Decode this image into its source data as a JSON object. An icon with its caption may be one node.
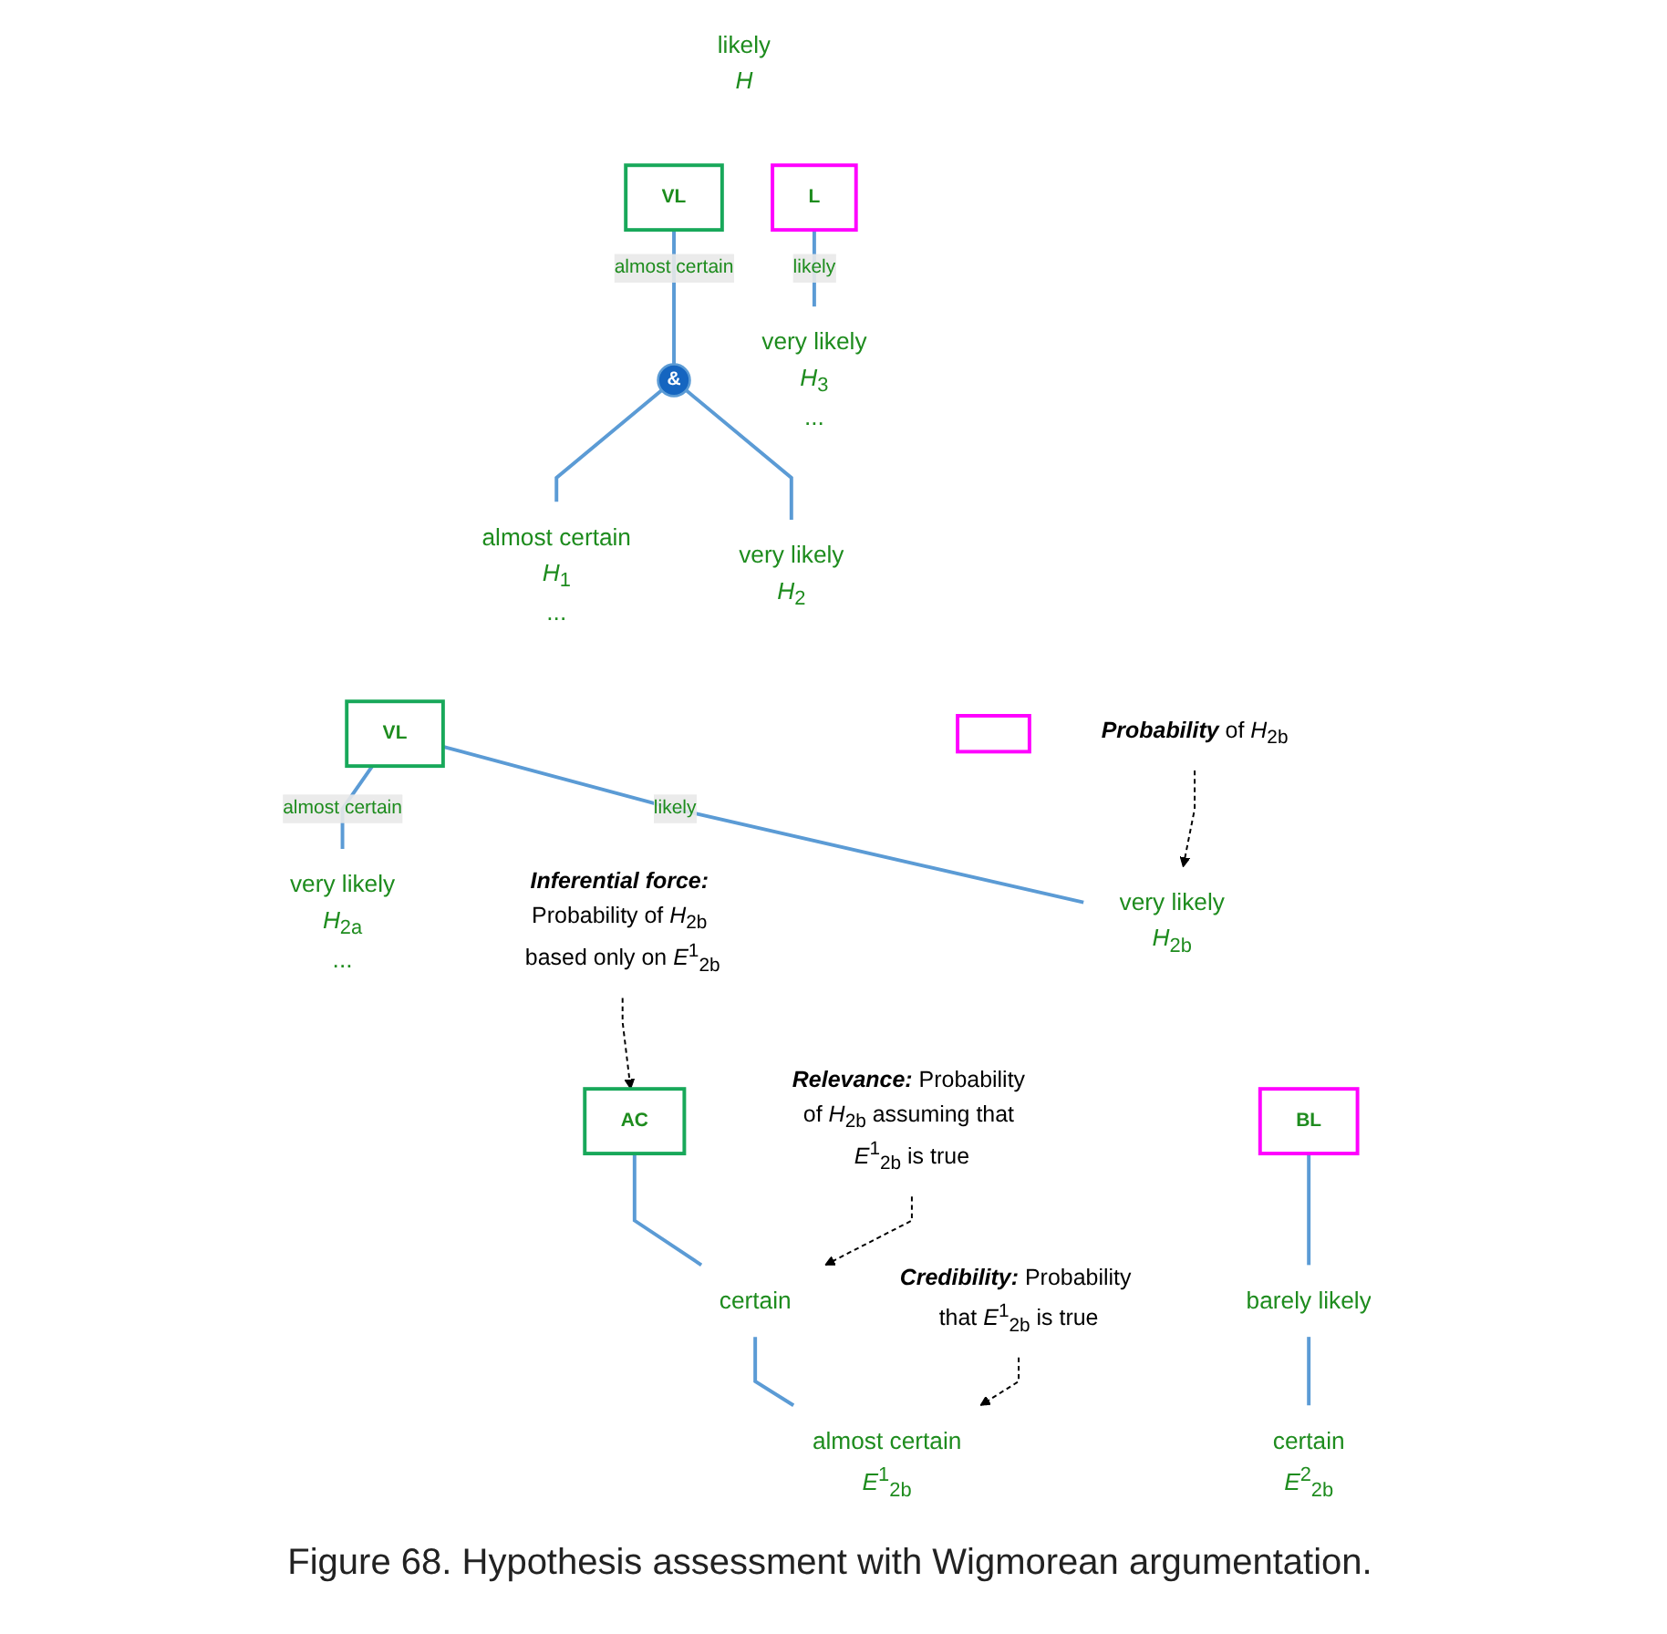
{
  "diagram": {
    "caption": "Figure 68. Hypothesis assessment with Wigmorean argumentation.",
    "nodes": [
      {
        "text": [
          "likely",
          "*H*"
        ]
      },
      {
        "text": [
          "VL"
        ]
      },
      {
        "text": [
          "L"
        ]
      },
      {
        "text": [
          "&"
        ]
      },
      {
        "text": [
          "very likely",
          "*H*$_{3}$",
          "..."
        ]
      },
      {
        "text": [
          "almost certain",
          "*H*$_{1}$",
          "..."
        ]
      },
      {
        "text": [
          "very likely",
          "*H*$_{2}$"
        ]
      },
      {
        "text": [
          "VL"
        ]
      },
      {
        "text": [],
        "shape": "box"
      },
      {
        "text": [
          "very likely",
          "*H*$_{2a}$",
          "..."
        ]
      },
      {
        "text": [
          "**Probability** of *H*$_{2b}$"
        ]
      },
      {
        "text": [
          "very likely",
          "*H*$_{2b}$"
        ]
      },
      {
        "text": [
          "**Inferential force:** Probability of *H*$_{2b}$ based only on *E*$^{1}$$_{2b}$"
        ]
      },
      {
        "text": [
          "AC"
        ]
      },
      {
        "text": [
          "BL"
        ]
      },
      {
        "text": [
          "**Relevance:** Probability of *H*$_{2b}$ assuming that *E*$^{1}$$_{2b}$ is true"
        ]
      },
      {
        "text": [
          "certain"
        ]
      },
      {
        "text": [
          "barely likely"
        ]
      },
      {
        "text": [
          "**Credibility:** Probability that *E*$^{1}$$_{2b}$ is true"
        ]
      },
      {
        "text": [
          "almost certain",
          "*E*$^{1}$$_{2b}$"
        ]
      },
      {
        "text": [
          "certain",
          "*E*$^{2}$$_{2b}$"
        ]
      }
    ],
    "edges": [
      {
        "from": 1,
        "to": 3,
        "arrow": "none",
        "label": "almost certain"
      },
      {
        "from": 2,
        "to": 4,
        "arrow": "none",
        "label": "likely"
      },
      {
        "from": 3,
        "to": 5,
        "arrow": "none"
      },
      {
        "from": 3,
        "to": 6,
        "arrow": "none"
      },
      {
        "from": 7,
        "to": 9,
        "arrow": "none",
        "label": "almost certain"
      },
      {
        "from": 7,
        "to": 11,
        "arrow": "none",
        "label": "likely"
      },
      {
        "from": 10,
        "to": 11,
        "arrow": "to",
        "style": "dashed",
        "color": "#000000"
      },
      {
        "from": 12,
        "to": 13,
        "arrow": "to",
        "style": "dashed",
        "color": "#000000"
      },
      {
        "from": 13,
        "to": 16,
        "arrow": "none"
      },
      {
        "from": 14,
        "to": 17,
        "arrow": "none"
      },
      {
        "from": 15,
        "to": 16,
        "arrow": "to",
        "style": "dashed",
        "color": "#000000"
      },
      {
        "from": 16,
        "to": 19,
        "arrow": "none"
      },
      {
        "from": 17,
        "to": 20,
        "arrow": "none"
      },
      {
        "from": 18,
        "to": 19,
        "arrow": "to",
        "style": "dashed",
        "color": "#000000"
      }
    ]
  }
}
